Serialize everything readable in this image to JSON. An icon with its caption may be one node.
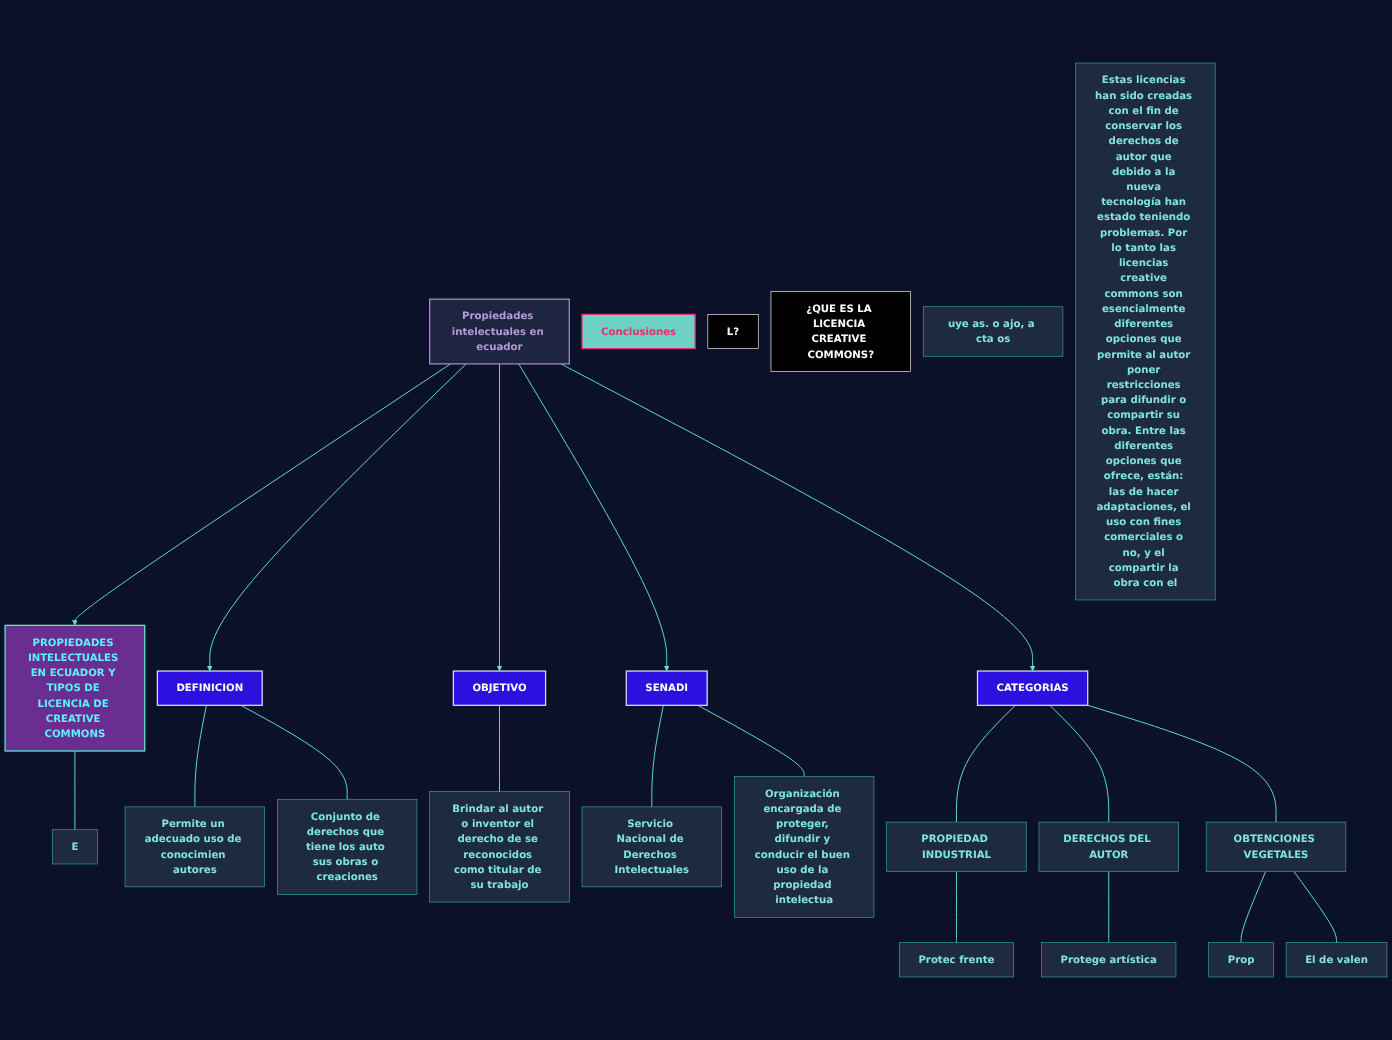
{
  "diagram": {
    "nodes": [
      {
        "text": [
          "Propiedades intelectuales en ecuador"
        ]
      },
      {
        "text": [
          "PROPIEDADES INTELECTUALES EN ECUADOR Y TIPOS DE LICENCIA DE CREATIVE COMMONS"
        ]
      },
      {
        "text": [
          "E"
        ]
      },
      {
        "text": [
          "DEFINICION"
        ]
      },
      {
        "text": [
          "Permite un adecuado uso de conocimien autores"
        ]
      },
      {
        "text": [
          "Conjunto de derechos que tiene los auto sus obras o creaciones"
        ]
      },
      {
        "text": [
          "OBJETIVO"
        ]
      },
      {
        "text": [
          "Brindar al autor o inventor el derecho de se reconocidos como titular de su trabajo"
        ]
      },
      {
        "text": [
          "SENADI"
        ]
      },
      {
        "text": [
          "Servicio Nacional de Derechos Intelectuales"
        ]
      },
      {
        "text": [
          "Organización encargada de proteger, difundir y conducir el buen uso de la propiedad intelectua"
        ]
      },
      {
        "text": [
          "CATEGORIAS"
        ]
      },
      {
        "text": [
          "PROPIEDAD INDUSTRIAL"
        ]
      },
      {
        "text": [
          "Protec frente"
        ]
      },
      {
        "text": [
          "DERECHOS DEL AUTOR"
        ]
      },
      {
        "text": [
          "Protege artística"
        ]
      },
      {
        "text": [
          "OBTENCIONES VEGETALES"
        ]
      },
      {
        "text": [
          "Prop"
        ]
      },
      {
        "text": [
          "El de valen"
        ]
      },
      {
        "text": [
          "Conclusiones"
        ]
      },
      {
        "text": [
          "L?"
        ]
      },
      {
        "text": [
          "¿QUE ES LA LICENCIA CREATIVE COMMONS?"
        ]
      },
      {
        "text": [
          "uye as. o ajo, a cta os"
        ]
      },
      {
        "text": [
          "Estas licencias han sido creadas con el fin de conservar los derechos de autor que debido a la nueva tecnología han estado teniendo problemas. Por lo tanto las licencias creative commons son esencialmente diferentes opciones que permite al autor poner restricciones para difundir o compartir su obra. Entre las diferentes opciones que ofrece, están: las de hacer adaptaciones, el uso con fines comerciales o no, y el compartir la obra con el"
        ]
      }
    ],
    "edges": [
      {
        "from": 0,
        "to": 1,
        "arrow": "to"
      },
      {
        "from": 1,
        "to": 2,
        "arrow": "none"
      },
      {
        "from": 0,
        "to": 3,
        "arrow": "to"
      },
      {
        "from": 3,
        "to": 4,
        "arrow": "none"
      },
      {
        "from": 3,
        "to": 5,
        "arrow": "none"
      },
      {
        "from": 0,
        "to": 6,
        "arrow": "to"
      },
      {
        "from": 6,
        "to": 7,
        "arrow": "none"
      },
      {
        "from": 0,
        "to": 8,
        "arrow": "to"
      },
      {
        "from": 8,
        "to": 9,
        "arrow": "none"
      },
      {
        "from": 8,
        "to": 10,
        "arrow": "none"
      },
      {
        "from": 0,
        "to": 11,
        "arrow": "to"
      },
      {
        "from": 11,
        "to": 12,
        "arrow": "none"
      },
      {
        "from": 11,
        "to": 14,
        "arrow": "none"
      },
      {
        "from": 11,
        "to": 16,
        "arrow": "none"
      },
      {
        "from": 12,
        "to": 13,
        "arrow": "none"
      },
      {
        "from": 14,
        "to": 15,
        "arrow": "none"
      },
      {
        "from": 16,
        "to": 17,
        "arrow": "none"
      },
      {
        "from": 16,
        "to": 18,
        "arrow": "none"
      }
    ]
  }
}
